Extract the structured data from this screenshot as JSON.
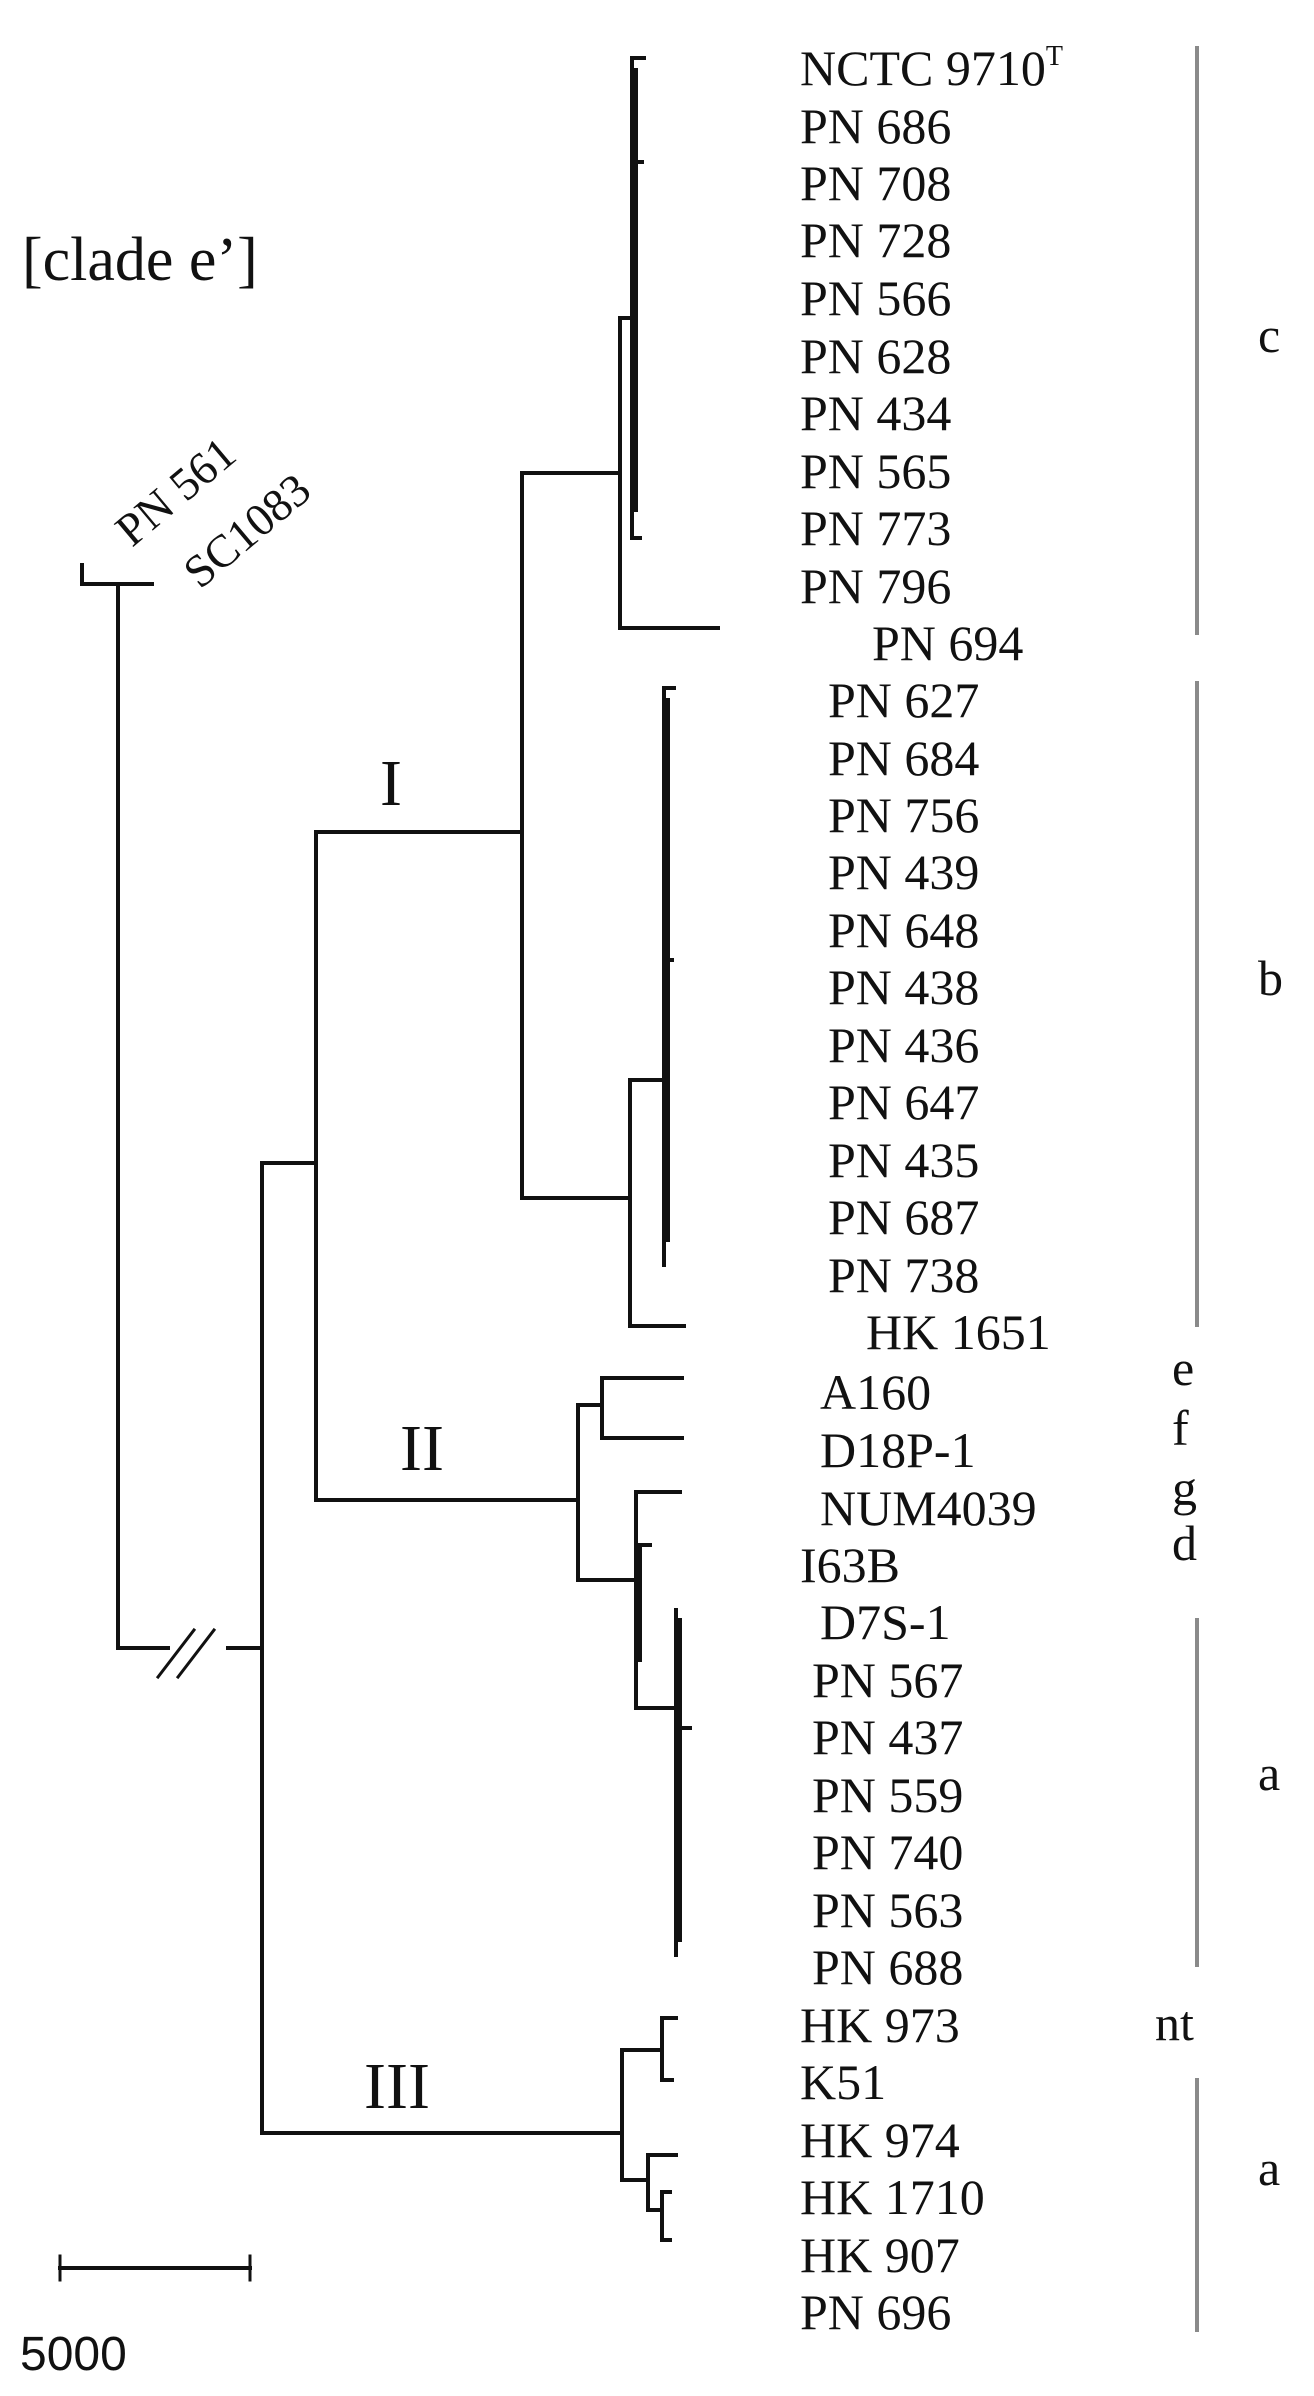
{
  "title": "[clade e’]",
  "outgroup": [
    "PN 561",
    "SC1083"
  ],
  "clades": {
    "I": "I",
    "II": "II",
    "III": "III"
  },
  "scale_label": "5000",
  "taxa": [
    {
      "name": "NCTC 9710",
      "sup": "T"
    },
    {
      "name": "PN 686"
    },
    {
      "name": "PN 708"
    },
    {
      "name": "PN 728"
    },
    {
      "name": "PN 566"
    },
    {
      "name": "PN 628"
    },
    {
      "name": "PN 434"
    },
    {
      "name": "PN 565"
    },
    {
      "name": "PN 773"
    },
    {
      "name": "PN 796"
    },
    {
      "name": "PN 694"
    },
    {
      "name": "PN 627"
    },
    {
      "name": "PN 684"
    },
    {
      "name": "PN 756"
    },
    {
      "name": "PN 439"
    },
    {
      "name": "PN 648"
    },
    {
      "name": "PN 438"
    },
    {
      "name": "PN 436"
    },
    {
      "name": "PN 647"
    },
    {
      "name": "PN 435"
    },
    {
      "name": "PN 687"
    },
    {
      "name": "PN 738"
    },
    {
      "name": "HK 1651"
    },
    {
      "name": "A160"
    },
    {
      "name": "D18P-1"
    },
    {
      "name": "NUM4039"
    },
    {
      "name": "I63B"
    },
    {
      "name": "D7S-1"
    },
    {
      "name": "PN 567"
    },
    {
      "name": "PN 437"
    },
    {
      "name": "PN 559"
    },
    {
      "name": "PN 740"
    },
    {
      "name": "PN 563"
    },
    {
      "name": "PN 688"
    },
    {
      "name": "HK 973"
    },
    {
      "name": "K51"
    },
    {
      "name": "HK 974"
    },
    {
      "name": "HK 1710"
    },
    {
      "name": "HK 907"
    },
    {
      "name": "PN 696"
    }
  ],
  "groups": [
    {
      "label": "c",
      "bar": true
    },
    {
      "label": "b",
      "bar": true
    },
    {
      "label": "e",
      "bar": false
    },
    {
      "label": "f",
      "bar": false
    },
    {
      "label": "g",
      "bar": false
    },
    {
      "label": "d",
      "bar": false
    },
    {
      "label": "a",
      "bar": true
    },
    {
      "label": "nt",
      "bar": false
    },
    {
      "label": "a",
      "bar": true
    }
  ]
}
